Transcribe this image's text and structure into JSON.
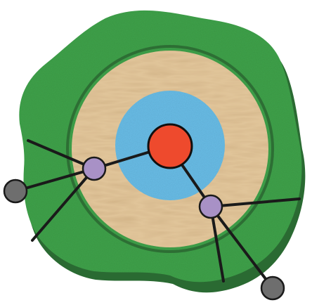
{
  "diagram": {
    "colors": {
      "background": "#ffffff",
      "island_shadow": "#2a6a32",
      "island_top": "#3fa24a",
      "island_texture": "#57b85d",
      "ring_outline": "#2d6e34",
      "sand": "#e1c59a",
      "sand_texture": "#cfa97a",
      "water": "#69bde7",
      "water_texture": "#4ea8d8",
      "core": "#ee4a2d",
      "core_outline": "#101010",
      "hub_node": "#a891c6",
      "hub_node_outline": "#1a1a1a",
      "end_node": "#6e6e6e",
      "end_node_outline": "#1a1a1a",
      "edge": "#1a1a1a"
    },
    "layers": [
      "island",
      "sand-ring",
      "water-ring",
      "core"
    ],
    "nodes": [
      {
        "id": "core",
        "kind": "core"
      },
      {
        "id": "hub-left",
        "kind": "hub"
      },
      {
        "id": "hub-right",
        "kind": "hub"
      },
      {
        "id": "end-left",
        "kind": "end"
      },
      {
        "id": "end-bottom-right",
        "kind": "end"
      }
    ],
    "edges": [
      {
        "from": "core",
        "to": "hub-left"
      },
      {
        "from": "core",
        "to": "hub-right"
      },
      {
        "from": "hub-left",
        "to": "end-left"
      },
      {
        "from": "hub-left",
        "to": "offscreen-upper-left"
      },
      {
        "from": "hub-left",
        "to": "offscreen-lower-left"
      },
      {
        "from": "hub-right",
        "to": "end-bottom-right"
      },
      {
        "from": "hub-right",
        "to": "offscreen-right"
      },
      {
        "from": "hub-right",
        "to": "offscreen-bottom"
      }
    ]
  }
}
